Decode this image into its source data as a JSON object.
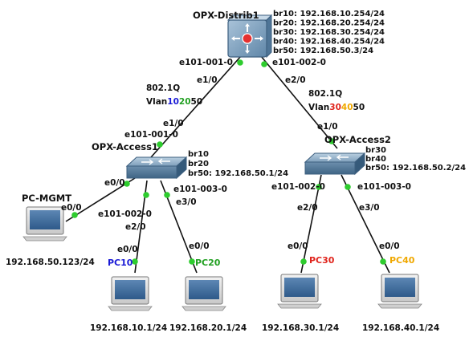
{
  "colors": {
    "blue": "#1a1ad6",
    "green": "#22a022",
    "red": "#e0241c",
    "orange": "#f0a800",
    "black": "#111111",
    "port_dot": "#2ecc2e"
  },
  "distrib": {
    "name": "OPX-Distrib1",
    "bridges": [
      {
        "text": "br10: 192.168.10.254/24",
        "color": "blue"
      },
      {
        "text": "br20: 192.168.20.254/24",
        "color": "green"
      },
      {
        "text": "br30: 192.168.30.254/24",
        "color": "red"
      },
      {
        "text": "br40: 192.168.40.254/24",
        "color": "orange"
      },
      {
        "text": "br50: 192.168.50.3/24",
        "color": "black"
      }
    ],
    "port_left": "e101-001-0",
    "port_right": "e101-002-0"
  },
  "trunk_left": {
    "far_port": "e1/0",
    "protocol": "802.1Q",
    "vlan_prefix": "Vlan",
    "vlan_a": "10",
    "vlan_b": "20",
    "vlan_c": "50",
    "near_port": "e1/0",
    "near_if": "e101-001-0"
  },
  "trunk_right": {
    "far_port": "e2/0",
    "protocol": "802.1Q",
    "vlan_prefix": "Vlan",
    "vlan_a": "30",
    "vlan_b": "40",
    "vlan_c": "50",
    "near_port": "e1/0"
  },
  "access1": {
    "name": "OPX-Access1",
    "bridges": [
      {
        "text": "br10",
        "color": "blue"
      },
      {
        "text": "br20",
        "color": "green"
      },
      {
        "text": "br50: 192.168.50.1/24",
        "color": "black"
      }
    ],
    "port_mgmt": "e0/0",
    "port_pc10": "e101-002-0",
    "port_pc10_sw": "e2/0",
    "port_pc20": "e101-003-0",
    "port_pc20_sw": "e3/0"
  },
  "access2": {
    "name": "OPX-Access2",
    "bridges": [
      {
        "text": "br30",
        "color": "red"
      },
      {
        "text": "br40",
        "color": "orange"
      },
      {
        "text": "br50: 192.168.50.2/24",
        "color": "black"
      }
    ],
    "port_pc30": "e101-002-0",
    "port_pc30_sw": "e2/0",
    "port_pc40": "e101-003-0",
    "port_pc40_sw": "e3/0"
  },
  "hosts": {
    "mgmt": {
      "name": "PC-MGMT",
      "port": "e0/0",
      "ip": "192.168.50.123/24"
    },
    "pc10": {
      "name": "PC10",
      "port": "e0/0",
      "ip": "192.168.10.1/24"
    },
    "pc20": {
      "name": "PC20",
      "port": "e0/0",
      "ip": "192.168.20.1/24"
    },
    "pc30": {
      "name": "PC30",
      "port": "e0/0",
      "ip": "192.168.30.1/24"
    },
    "pc40": {
      "name": "PC40",
      "port": "e0/0",
      "ip": "192.168.40.1/24"
    }
  }
}
